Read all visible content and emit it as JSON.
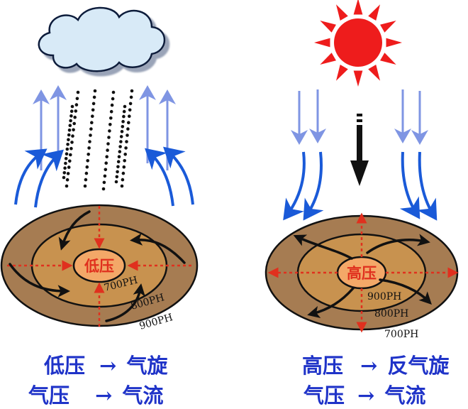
{
  "left_panel": {
    "center_label": "低压",
    "contours": [
      "700PH",
      "800PH",
      "900PH"
    ],
    "caption_line1": {
      "term": "低压",
      "arrow": "→",
      "result": "气旋"
    },
    "caption_line2": {
      "term": "气压",
      "arrow": "→",
      "result": "气流"
    }
  },
  "right_panel": {
    "center_label": "高压",
    "contours": [
      "900PH",
      "800PH",
      "700PH"
    ],
    "caption_line1": {
      "term": "高压",
      "arrow": "→",
      "result": "反气旋"
    },
    "caption_line2": {
      "term": "气压",
      "arrow": "→",
      "result": "气流"
    }
  },
  "colors": {
    "outer_ring": "#a67c52",
    "middle_ring": "#c8924f",
    "inner_ring": "#e5a35c",
    "center": "#f3a868",
    "center_text": "#e0301e",
    "dashed_arrow": "#e0301e",
    "air_arrow": "#1a5ad8",
    "pale_arrow": "#7f95e3",
    "caption_text": "#1f33c8",
    "sun": "#ee1c1c",
    "cloud": "#d8eaf7"
  }
}
